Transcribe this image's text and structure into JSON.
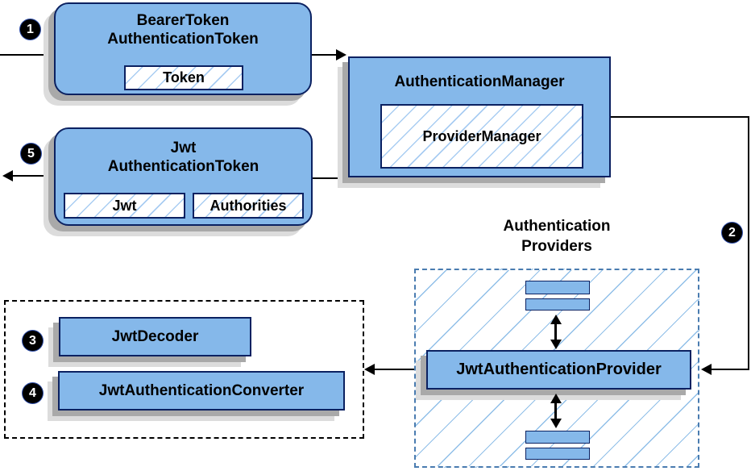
{
  "nodes": {
    "bearer_token": {
      "line1": "BearerToken",
      "line2": "AuthenticationToken",
      "field": "Token"
    },
    "authentication_manager": {
      "title": "AuthenticationManager",
      "field": "ProviderManager"
    },
    "jwt_token": {
      "line1": "Jwt",
      "line2": "AuthenticationToken",
      "field1": "Jwt",
      "field2": "Authorities"
    },
    "authentication_providers": {
      "line1": "Authentication",
      "line2": "Providers"
    },
    "jwt_authentication_provider": {
      "title": "JwtAuthenticationProvider"
    },
    "jwt_decoder": {
      "title": "JwtDecoder"
    },
    "jwt_authentication_converter": {
      "title": "JwtAuthenticationConverter"
    }
  },
  "steps": {
    "s1": "1",
    "s2": "2",
    "s3": "3",
    "s4": "4",
    "s5": "5"
  },
  "colors": {
    "node_fill": "#85b8ea",
    "node_border": "#0b2161",
    "hatch_line": "#a9cdf2",
    "group_hatch_line": "#90bfe8",
    "group_border": "#4a7cb0",
    "shadow_dark": "#a9a9a9",
    "shadow_light": "#dcdcdc",
    "connector": "#000000",
    "badge_bg": "#000000",
    "badge_text": "#ffffff",
    "text": "#000000"
  }
}
